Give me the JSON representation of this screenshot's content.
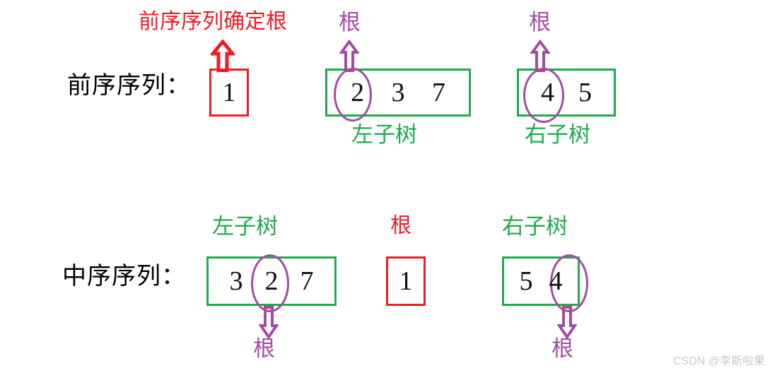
{
  "figure": {
    "title_annotation": "前序序列确定根",
    "watermark": "CSDN @李斯啦果"
  },
  "colors": {
    "red": "#ee1c25",
    "green": "#22a84f",
    "green_text": "#1faa4c",
    "purple": "#a34ba3",
    "black": "#111111",
    "watermark": "#c9c9c9"
  },
  "rows": [
    {
      "id": "preorder",
      "label": "前序序列：",
      "groups": [
        {
          "id": "preorder-root",
          "box_color": "red",
          "values": [
            "1"
          ],
          "circled_index": null,
          "arrow": {
            "direction": "up",
            "color": "red"
          },
          "top_label": {
            "text": "前序序列确定根",
            "color": "red"
          },
          "bottom_label": null
        },
        {
          "id": "preorder-left-subtree",
          "box_color": "green",
          "values": [
            "2",
            "3",
            "7"
          ],
          "circled_index": 0,
          "arrow": {
            "direction": "up",
            "color": "purple"
          },
          "top_label": {
            "text": "根",
            "color": "purple"
          },
          "bottom_label": {
            "text": "左子树",
            "color": "green"
          }
        },
        {
          "id": "preorder-right-subtree",
          "box_color": "green",
          "values": [
            "4",
            "5"
          ],
          "circled_index": 0,
          "arrow": {
            "direction": "up",
            "color": "purple"
          },
          "top_label": {
            "text": "根",
            "color": "purple"
          },
          "bottom_label": {
            "text": "右子树",
            "color": "green"
          }
        }
      ]
    },
    {
      "id": "inorder",
      "label": "中序序列：",
      "groups": [
        {
          "id": "inorder-left-subtree",
          "box_color": "green",
          "values": [
            "3",
            "2",
            "7"
          ],
          "circled_index": 1,
          "arrow": {
            "direction": "down",
            "color": "purple"
          },
          "top_label": {
            "text": "左子树",
            "color": "green"
          },
          "bottom_label": {
            "text": "根",
            "color": "purple"
          }
        },
        {
          "id": "inorder-root",
          "box_color": "red",
          "values": [
            "1"
          ],
          "circled_index": null,
          "arrow": null,
          "top_label": {
            "text": "根",
            "color": "red"
          },
          "bottom_label": null
        },
        {
          "id": "inorder-right-subtree",
          "box_color": "green",
          "values": [
            "5",
            "4"
          ],
          "circled_index": 1,
          "arrow": {
            "direction": "down",
            "color": "purple"
          },
          "top_label": {
            "text": "右子树",
            "color": "green"
          },
          "bottom_label": {
            "text": "根",
            "color": "purple"
          }
        }
      ]
    }
  ]
}
